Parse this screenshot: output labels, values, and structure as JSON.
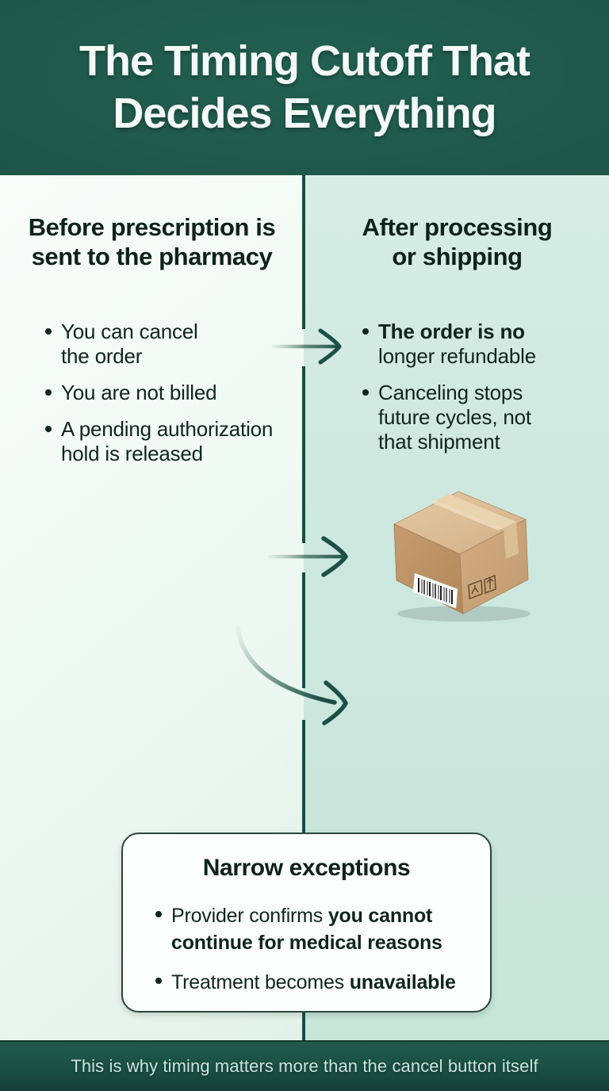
{
  "colors": {
    "header_green": "#1d5549",
    "panel_left": "#f0faf4",
    "panel_right": "#cde8df",
    "divider": "#1a4e43",
    "text_dark": "#10241e",
    "arrow_green": "#1d5044",
    "card_background": "#fdfffe",
    "card_border": "#2b463d",
    "footer_text": "#c9e4da",
    "box_tan_top": "#dcc09a",
    "box_tan_left": "#bf9668",
    "box_tan_right": "#cda77e"
  },
  "header": {
    "title_lines": [
      "The Timing Cutoff That",
      "Decides Everything"
    ]
  },
  "left_column": {
    "heading_lines": [
      "Before prescription is",
      "sent to the pharmacy"
    ],
    "bullets": [
      {
        "lines": [
          "You can cancel",
          "the order"
        ]
      },
      {
        "lines": [
          "You are not billed"
        ]
      },
      {
        "lines": [
          "A pending authorization",
          "hold is released"
        ]
      }
    ]
  },
  "right_column": {
    "heading_lines": [
      "After processing",
      "or shipping"
    ],
    "bullets": [
      {
        "bold_line": "The order is no",
        "lines": [
          "longer refundable"
        ]
      },
      {
        "lines": [
          "Canceling stops",
          "future cycles, not",
          "that shipment"
        ]
      }
    ]
  },
  "exceptions_card": {
    "title": "Narrow exceptions",
    "bullets": [
      {
        "regular": "Provider confirms ",
        "bold": "you cannot continue for medical reasons"
      },
      {
        "regular": "Treatment becomes ",
        "bold": "unavailable"
      }
    ]
  },
  "footer": {
    "caption": "This is why timing matters more than the cancel button itself"
  },
  "illustration": {
    "name": "cardboard-shipping-box"
  }
}
